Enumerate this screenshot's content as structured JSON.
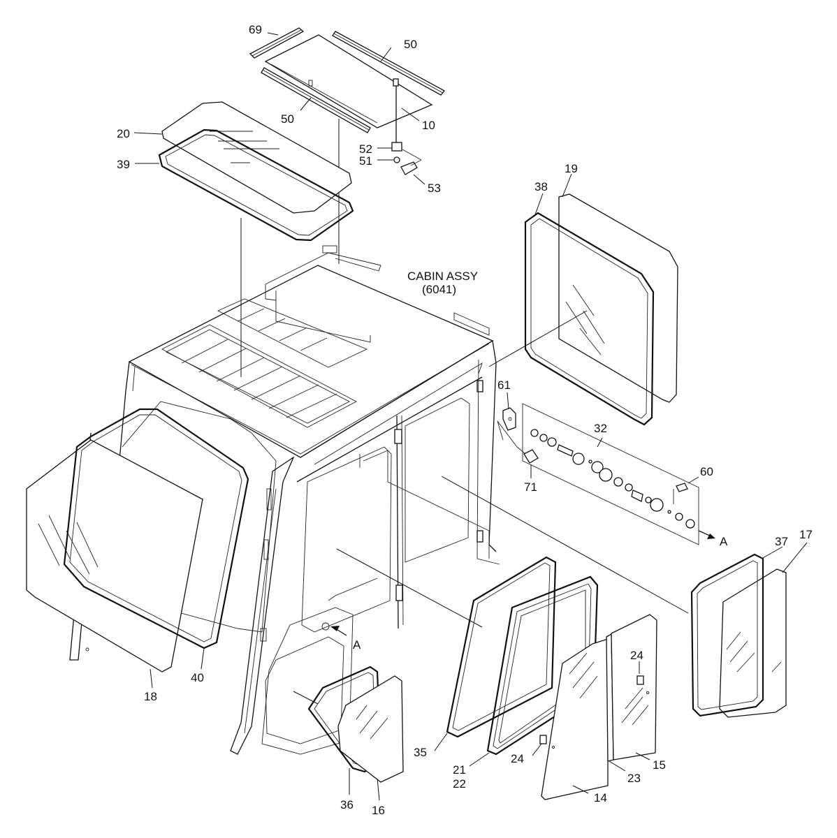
{
  "title_block": {
    "assembly_name": "CABIN ASSY",
    "assembly_ref": "(6041)"
  },
  "callouts": [
    {
      "id": "c69",
      "label": "69"
    },
    {
      "id": "c50a",
      "label": "50"
    },
    {
      "id": "c50b",
      "label": "50"
    },
    {
      "id": "c10",
      "label": "10"
    },
    {
      "id": "c20",
      "label": "20"
    },
    {
      "id": "c39",
      "label": "39"
    },
    {
      "id": "c52",
      "label": "52"
    },
    {
      "id": "c51",
      "label": "51"
    },
    {
      "id": "c53",
      "label": "53"
    },
    {
      "id": "c19",
      "label": "19"
    },
    {
      "id": "c38",
      "label": "38"
    },
    {
      "id": "c61",
      "label": "61"
    },
    {
      "id": "c32",
      "label": "32"
    },
    {
      "id": "c60",
      "label": "60"
    },
    {
      "id": "c71",
      "label": "71"
    },
    {
      "id": "cA1",
      "label": "A"
    },
    {
      "id": "cA2",
      "label": "A"
    },
    {
      "id": "c37",
      "label": "37"
    },
    {
      "id": "c17",
      "label": "17"
    },
    {
      "id": "c18",
      "label": "18"
    },
    {
      "id": "c40",
      "label": "40"
    },
    {
      "id": "c24a",
      "label": "24"
    },
    {
      "id": "c24b",
      "label": "24"
    },
    {
      "id": "c35",
      "label": "35"
    },
    {
      "id": "c21",
      "label": "21"
    },
    {
      "id": "c22",
      "label": "22"
    },
    {
      "id": "c23",
      "label": "23"
    },
    {
      "id": "c15",
      "label": "15"
    },
    {
      "id": "c14",
      "label": "14"
    },
    {
      "id": "c36",
      "label": "36"
    },
    {
      "id": "c16",
      "label": "16"
    }
  ]
}
